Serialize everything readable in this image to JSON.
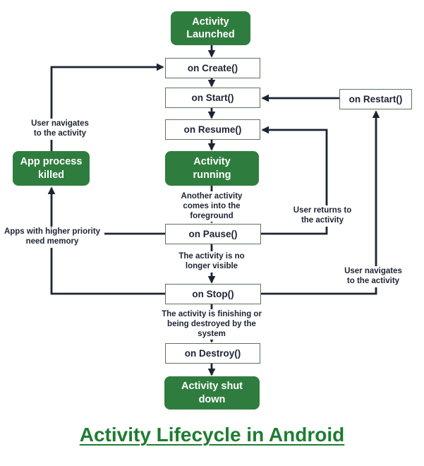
{
  "title": {
    "text": "Activity Lifecycle in Android"
  },
  "colors": {
    "green": "#2f7d3e",
    "box_border": "#5c745e",
    "line": "#1c2433",
    "text": "#1d2433",
    "title_green": "#1e7c31"
  },
  "nodes": {
    "activity_launched": "Activity Launched",
    "on_create": "on Create()",
    "on_start": "on Start()",
    "on_resume": "on Resume()",
    "activity_running": "Activity running",
    "on_pause": "on Pause()",
    "on_stop": "on Stop()",
    "on_destroy": "on Destroy()",
    "activity_shut_down": "Activity shut down",
    "app_process_killed": "App process killed",
    "on_restart": "on Restart()"
  },
  "labels": {
    "another_activity": "Another activity comes into the foreground",
    "no_longer_visible": "The activity is no longer visible",
    "finishing": "The activity is finishing or being destroyed by the system",
    "user_navigates_left": "User navigates to the activity",
    "apps_priority": "Apps with higher priority need memory",
    "user_returns": "User returns to the activity",
    "user_navigates_right": "User navigates to the activity"
  }
}
